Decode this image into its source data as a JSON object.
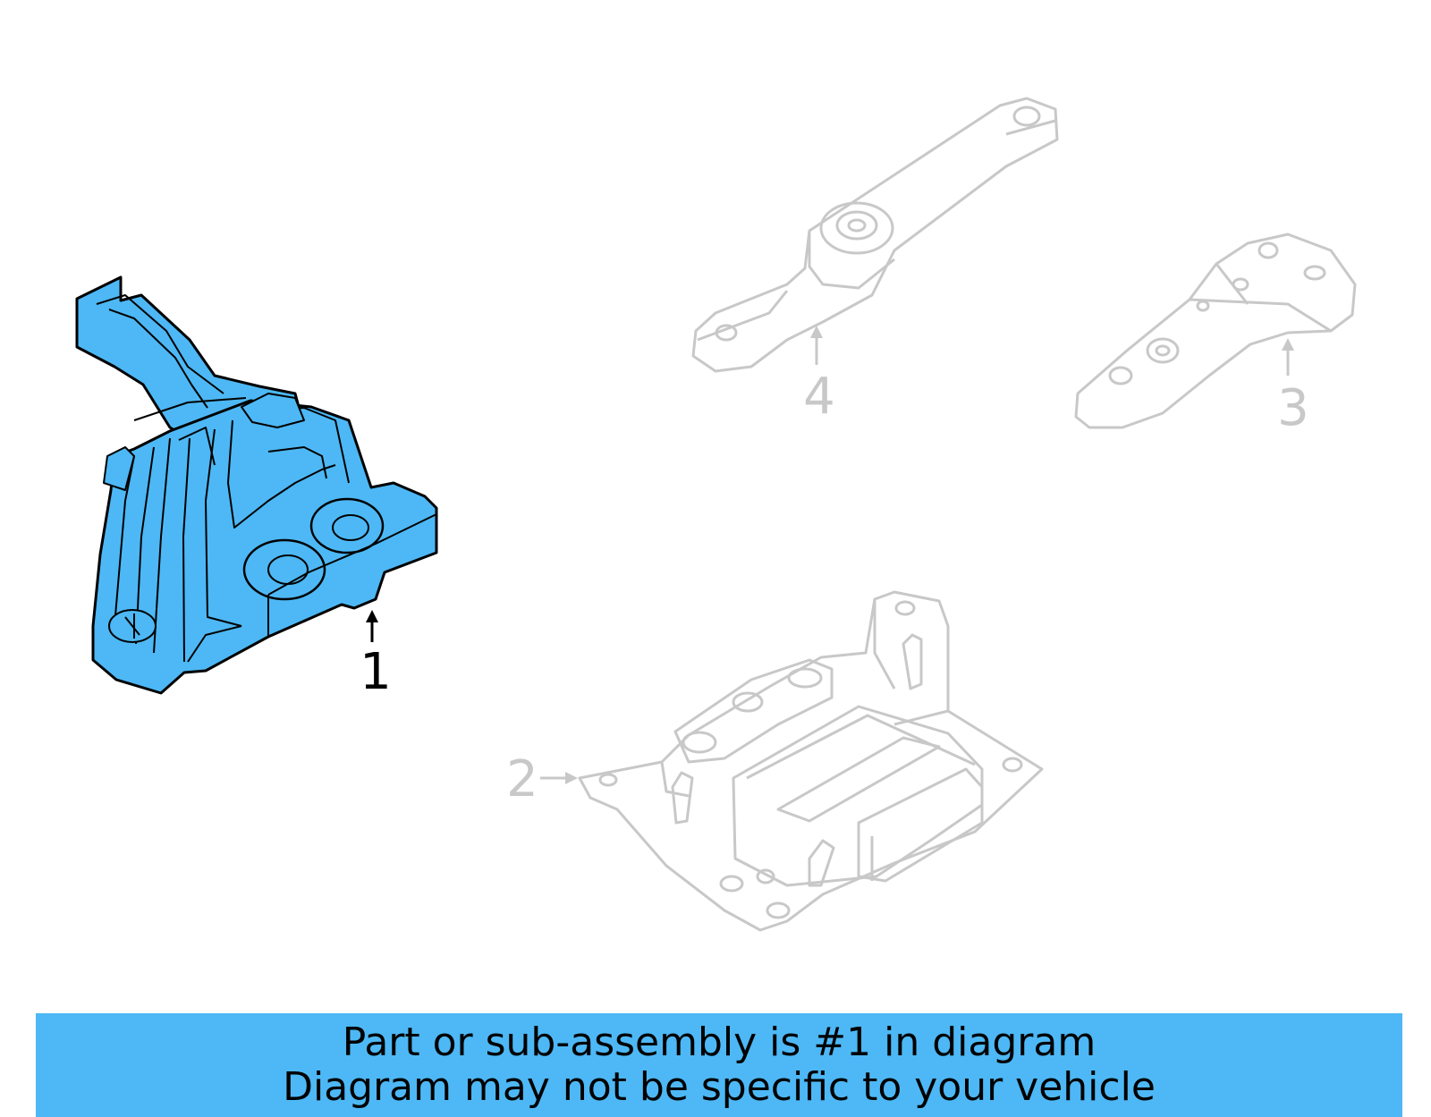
{
  "diagram": {
    "callouts": [
      {
        "number": "1",
        "highlighted": true
      },
      {
        "number": "2",
        "highlighted": false
      },
      {
        "number": "3",
        "highlighted": false
      },
      {
        "number": "4",
        "highlighted": false
      }
    ],
    "colors": {
      "highlight": "#4db8f5",
      "faded": "#c8c8c8",
      "outline": "#000000"
    }
  },
  "banner": {
    "line1": "Part or sub-assembly is #1 in diagram",
    "line2": "Diagram may not be specific to your vehicle",
    "background": "#4db8f5"
  }
}
